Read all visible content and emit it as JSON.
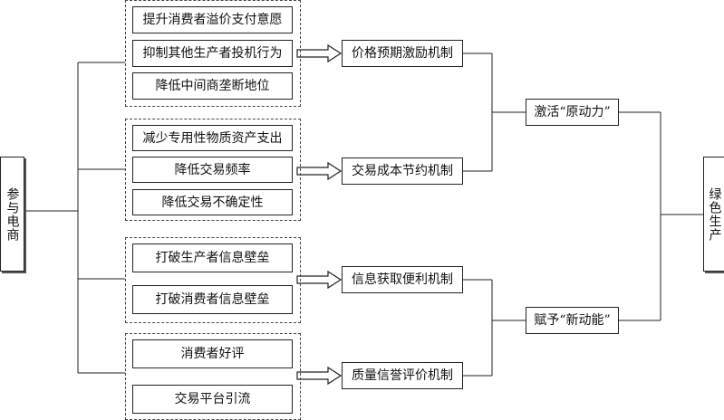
{
  "left_node": "参与电商",
  "right_node": "绿色生产",
  "groups": [
    {
      "items": [
        "提升消费者溢价支付意愿",
        "抑制其他生产者投机行为",
        "降低中间商垄断地位"
      ],
      "mechanism": "价格预期激励机制"
    },
    {
      "items": [
        "减少专用性物质资产支出",
        "降低交易频率",
        "降低交易不确定性"
      ],
      "mechanism": "交易成本节约机制"
    },
    {
      "items": [
        "打破生产者信息壁垒",
        "打破消费者信息壁垒"
      ],
      "mechanism": "信息获取便利机制"
    },
    {
      "items": [
        "消费者好评",
        "交易平台引流"
      ],
      "mechanism": "质量信誉评价机制"
    }
  ],
  "outcomes": [
    "激活“原动力”",
    "赋予“新动能”"
  ]
}
